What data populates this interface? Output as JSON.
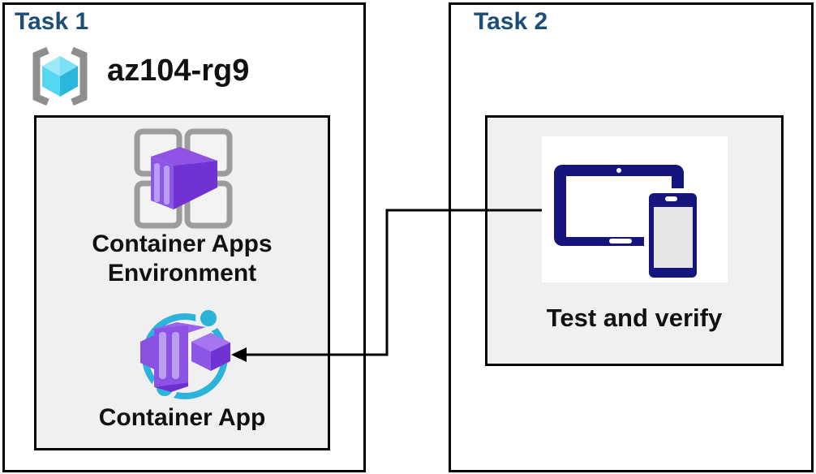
{
  "task1": {
    "title": "Task 1",
    "resource_group_name": "az104-rg9",
    "environment_label_line1": "Container Apps",
    "environment_label_line2": "Environment",
    "app_label": "Container App"
  },
  "task2": {
    "title": "Task 2",
    "verify_label": "Test and verify"
  },
  "icons": {
    "resource_group": "azure-resource-group-icon",
    "environment": "container-apps-environment-icon",
    "app": "container-app-icon",
    "devices": "tablet-and-phone-icon"
  },
  "connector": {
    "from": "tablet-and-phone-icon",
    "to": "container-app-icon",
    "style": "elbow-arrow-left"
  },
  "colors": {
    "title_blue": "#1C4E79",
    "device_navy": "#15157D",
    "cyan_accent": "#2BB3D9",
    "purple_front": "#7132D4",
    "purple_left": "#8C56E6",
    "purple_stripe": "#BA9DF4",
    "bracket_gray": "#8E8E8E",
    "cube_top": "#9AE8F8",
    "cube_left": "#55D7F2",
    "cube_right": "#29B7DC",
    "inner_box_bg": "#F0F0F0",
    "border_black": "#000000",
    "label_black": "#111111"
  }
}
